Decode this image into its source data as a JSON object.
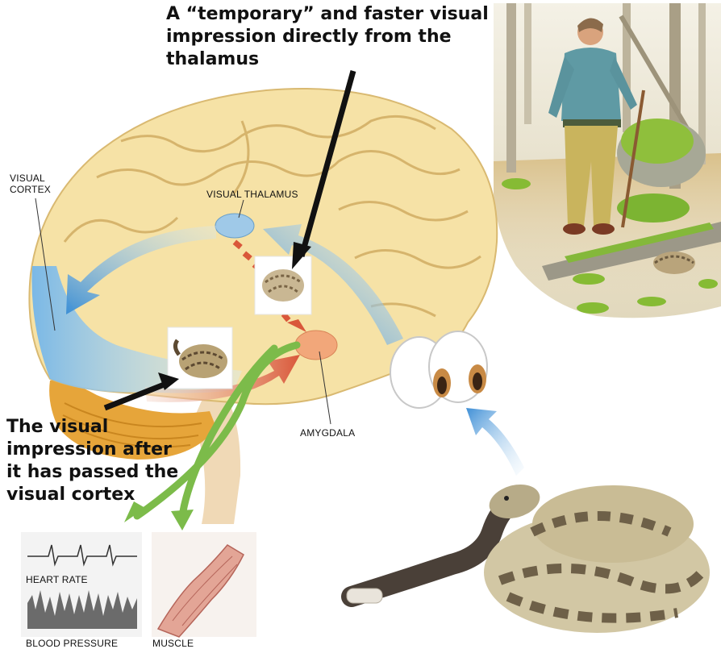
{
  "callouts": {
    "thalamus_path": "A “temporary” and faster visual impression directly from the thalamus",
    "cortex_path": "The visual impression after it has passed the visual cortex"
  },
  "labels": {
    "visual_cortex": "VISUAL CORTEX",
    "visual_thalamus": "VISUAL THALAMUS",
    "amygdala": "AMYGDALA",
    "heart_rate": "HEART RATE",
    "blood_pressure": "BLOOD PRESSURE",
    "muscle": "MUSCLE"
  },
  "colors": {
    "brain": "#f5dfa0",
    "cerebellum": "#e8a940",
    "cortex_path_blue": "#6aa8dc",
    "thalamus_path_red": "#d9573a",
    "response_green": "#7cbb4a",
    "background": "#ffffff"
  },
  "icons": [
    "brain-illustration",
    "eyes-illustration",
    "rattlesnake-illustration",
    "hiker-scene-illustration",
    "heart-rate-trace",
    "blood-pressure-trace",
    "muscle-illustration"
  ]
}
